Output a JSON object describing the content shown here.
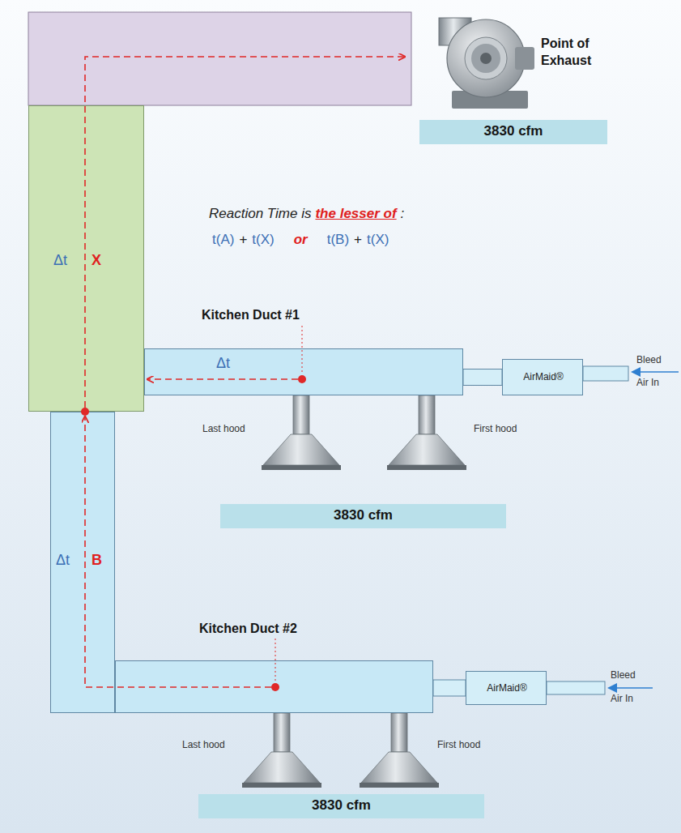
{
  "diagram": {
    "nodes": [
      {
        "text": [
          "3830 cfm"
        ]
      },
      {
        "text": [
          "Δt",
          "X"
        ]
      },
      {
        "text": [
          "Kitchen Duct #1",
          "Δt"
        ]
      },
      {
        "text": [
          "AirMaid®"
        ]
      },
      {
        "text": [
          "3830 cfm"
        ]
      },
      {
        "text": [
          "Δt",
          "B"
        ]
      },
      {
        "text": [
          "Kitchen Duct #2"
        ]
      },
      {
        "text": [
          "AirMaid®"
        ]
      },
      {
        "text": [
          "3830 cfm"
        ]
      }
    ],
    "edges": [
      {
        "from": 3,
        "to": 2,
        "arrow": "none"
      },
      {
        "from": 7,
        "to": 6,
        "arrow": "none"
      }
    ],
    "labels": [
      "Point of Exhaust",
      "Reaction Time is",
      "the lesser of",
      ":",
      "t(A)",
      "+",
      "t(X)",
      "or",
      "t(B)",
      "+",
      "t(X)",
      "Bleed",
      "Air In",
      "Last hood",
      "First hood",
      "Bleed",
      "Air In",
      "Last hood",
      "First hood"
    ]
  }
}
